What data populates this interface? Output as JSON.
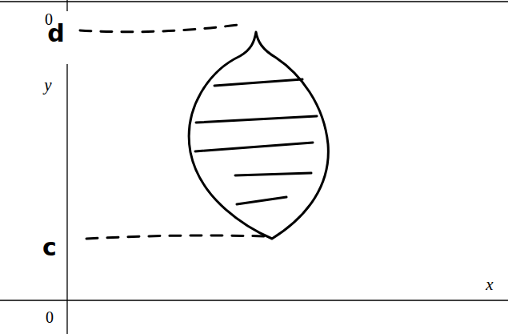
{
  "diagram": {
    "labels": [
      "0",
      "d",
      "y",
      "c",
      "x",
      "0"
    ]
  }
}
